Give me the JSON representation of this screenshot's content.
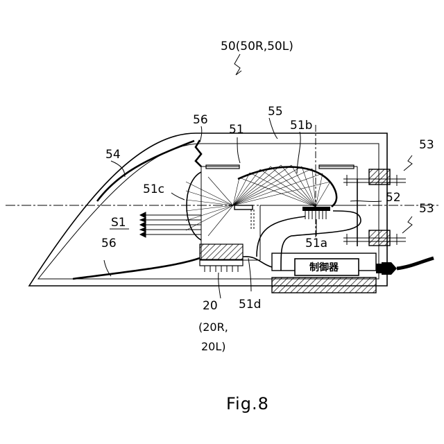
{
  "labels": {
    "assembly": "50(50R,50L)",
    "ref_56_top": "56",
    "ref_55": "55",
    "ref_51": "51",
    "ref_51b": "51b",
    "ref_54": "54",
    "ref_53_top": "53",
    "ref_53_bottom": "53",
    "ref_51c": "51c",
    "ref_52": "52",
    "ref_s1": "S1",
    "ref_56_bottom": "56",
    "ref_51a": "51a",
    "controller": "制御器",
    "ref_20": "20",
    "ref_20_sub1": "(20R,",
    "ref_20_sub2": "20L)",
    "ref_51d": "51d"
  },
  "caption": "Fig.8"
}
